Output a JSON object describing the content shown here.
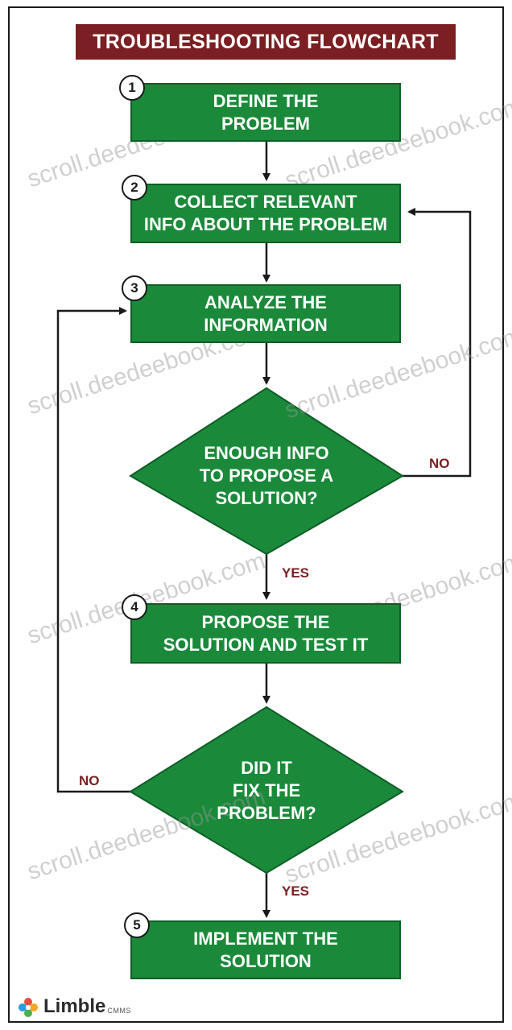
{
  "title": "TROUBLESHOOTING FLOWCHART",
  "colors": {
    "banner": "#7b1f22",
    "box_fill": "#1a8a3a",
    "box_border": "#0f5d27",
    "arrow": "#1a1a1a",
    "label": "#7b1f22"
  },
  "steps": [
    {
      "number": "1",
      "line1": "DEFINE THE",
      "line2": "PROBLEM"
    },
    {
      "number": "2",
      "line1": "COLLECT RELEVANT",
      "line2": "INFO ABOUT THE PROBLEM"
    },
    {
      "number": "3",
      "line1": "ANALYZE THE",
      "line2": "INFORMATION"
    },
    {
      "number": "4",
      "line1": "PROPOSE THE",
      "line2": "SOLUTION AND TEST IT"
    },
    {
      "number": "5",
      "line1": "IMPLEMENT THE",
      "line2": "SOLUTION"
    }
  ],
  "decisions": [
    {
      "line1": "ENOUGH INFO",
      "line2": "TO PROPOSE A",
      "line3": "SOLUTION?",
      "yes_label": "YES",
      "no_label": "NO"
    },
    {
      "line1": "DID IT",
      "line2": "FIX THE",
      "line3": "PROBLEM?",
      "yes_label": "YES",
      "no_label": "NO"
    }
  ],
  "watermark": "scroll.deedeebook.com",
  "logo": {
    "name": "Limble",
    "sub": "CMMS",
    "icon": "flower-logo-icon"
  }
}
